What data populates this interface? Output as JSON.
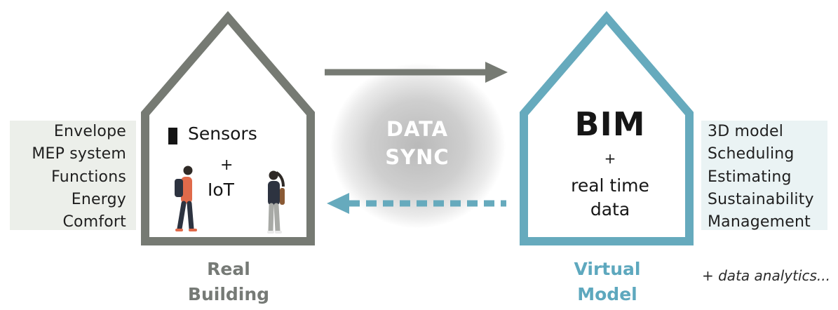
{
  "real_building": {
    "attributes": [
      "Envelope",
      "MEP system",
      "Functions",
      "Energy",
      "Comfort"
    ],
    "sensors_label": "Sensors",
    "plus": "+",
    "iot_label": "IoT",
    "caption_line1": "Real",
    "caption_line2": "Building"
  },
  "virtual_model": {
    "bim_label": "BIM",
    "plus": "+",
    "realtime_line1": "real time",
    "realtime_line2": "data",
    "caption_line1": "Virtual",
    "caption_line2": "Model",
    "features": [
      "3D model",
      "Scheduling",
      "Estimating",
      "Sustainability",
      "Management"
    ]
  },
  "sync": {
    "line1": "DATA",
    "line2": "SYNC"
  },
  "note": "+ data analytics...",
  "colors": {
    "real_house": "#767a73",
    "virtual_house": "#66aabd",
    "left_box": "#ecefea",
    "right_box": "#eaf3f4",
    "real_caption": "#767a76",
    "virtual_caption": "#5ea8be",
    "arrow_top": "#767a73",
    "arrow_bottom": "#66aabd"
  },
  "icons": [
    "person-walking-icon",
    "person-standing-icon",
    "sensor-icon",
    "solid-arrow-icon",
    "dashed-arrow-icon"
  ]
}
